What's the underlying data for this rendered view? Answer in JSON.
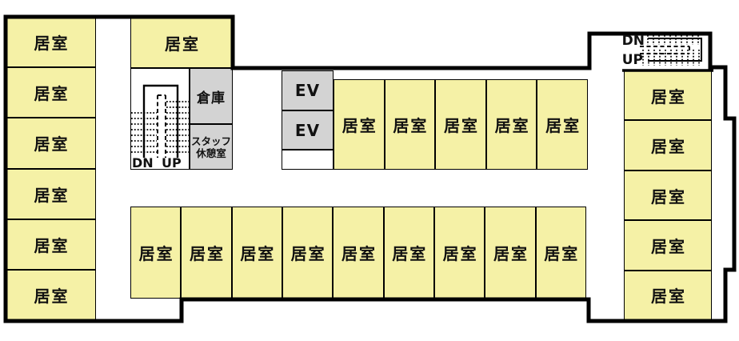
{
  "colors": {
    "room_fill": "#F5F1A6",
    "service_fill": "#D3D3D3",
    "wall": "#000000",
    "background": "#FFFFFF"
  },
  "zones": {
    "left_wing": {
      "rooms": [
        "居室",
        "居室",
        "居室",
        "居室",
        "居室",
        "居室"
      ]
    },
    "top_left": {
      "room": "居室"
    },
    "center_top": {
      "rooms": [
        "居室",
        "居室",
        "居室",
        "居室",
        "居室"
      ]
    },
    "right_wing": {
      "rooms": [
        "居室",
        "居室",
        "居室",
        "居室",
        "居室"
      ]
    },
    "bottom_row": {
      "rooms": [
        "居室",
        "居室",
        "居室",
        "居室",
        "居室",
        "居室",
        "居室",
        "居室",
        "居室"
      ]
    },
    "elevator_bank": {
      "cars": [
        "EV",
        "EV"
      ]
    },
    "storage": {
      "label": "倉庫"
    },
    "staff_lounge": {
      "line1": "スタッフ",
      "line2": "休憩室"
    },
    "stairwell_west": {
      "down_label": "DN",
      "up_label": "UP"
    },
    "stairwell_northeast": {
      "down_label": "DN",
      "up_label": "UP"
    }
  }
}
